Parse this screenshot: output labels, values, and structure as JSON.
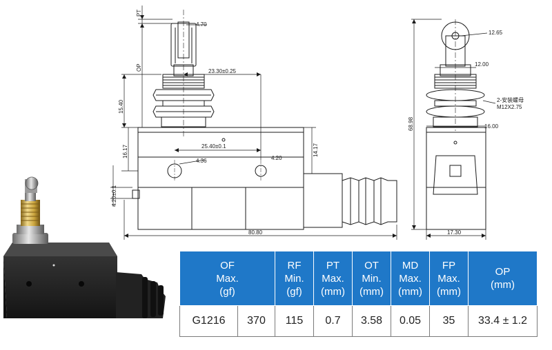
{
  "dimensions": {
    "pt": "PT",
    "op": "OP",
    "roller_width": "4.70",
    "plunger_offset": "23.30±0.25",
    "thread_len": "15.40",
    "height_base": "16.17",
    "mount_spacing": "25.40±0.1",
    "hole_small": "4.20",
    "hole_big": "4.36",
    "body_depth": "14.17",
    "bottom_offset": "4.20±0.1",
    "total_length": "80.80",
    "roller_dia": "12.65",
    "stem_dia": "12.00",
    "total_height": "68.98",
    "nut_note_line1": "2-安装螺母",
    "nut_note_line2": "M12X2.75",
    "nut_width": "16.00",
    "side_width": "17.30"
  },
  "table": {
    "headers": [
      [
        "OF",
        "Max.",
        "(gf)"
      ],
      [
        "RF",
        "Min.",
        "(gf)"
      ],
      [
        "PT",
        "Max.",
        "(mm)"
      ],
      [
        "OT",
        "Min.",
        "(mm)"
      ],
      [
        "MD",
        "Max.",
        "(mm)"
      ],
      [
        "FP",
        "Max.",
        "(mm)"
      ],
      [
        "OP",
        "(mm)"
      ]
    ],
    "row": [
      "G1216",
      "370",
      "115",
      "0.7",
      "3.58",
      "0.05",
      "35",
      "33.4 ± 1.2"
    ]
  },
  "colors": {
    "header_bg": "#1f78c8",
    "header_text": "#ffffff",
    "line": "#1a1a1a",
    "body_black": "#1b1b1b",
    "brass": "#c9a33c"
  }
}
